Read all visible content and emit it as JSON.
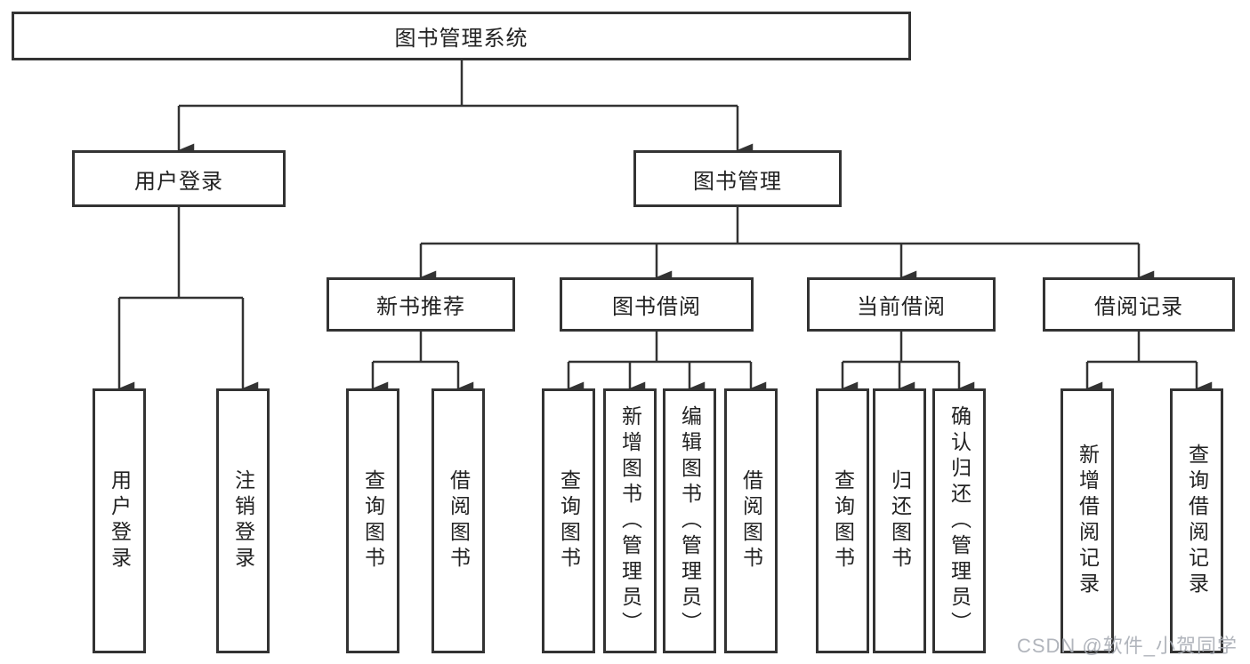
{
  "diagram": {
    "root": {
      "label": "图书管理系统"
    },
    "branches": [
      {
        "label": "用户登录"
      },
      {
        "label": "图书管理"
      }
    ],
    "modules": [
      {
        "label": "新书推荐"
      },
      {
        "label": "图书借阅"
      },
      {
        "label": "当前借阅"
      },
      {
        "label": "借阅记录"
      }
    ],
    "functions": [
      {
        "label": "用户登录"
      },
      {
        "label": "注销登录"
      },
      {
        "label": "查询图书"
      },
      {
        "label": "借阅图书"
      },
      {
        "label": "查询图书"
      },
      {
        "label": "新增图书（管理员）"
      },
      {
        "label": "编辑图书（管理员）"
      },
      {
        "label": "借阅图书"
      },
      {
        "label": "查询图书"
      },
      {
        "label": "归还图书"
      },
      {
        "label": "确认归还（管理员）"
      },
      {
        "label": "新增借阅记录"
      },
      {
        "label": "查询借阅记录"
      }
    ]
  },
  "watermark": {
    "text": "CSDN @软件_小贺同学"
  },
  "colors": {
    "line": "#333333",
    "box_border": "#333333",
    "box_fill": "#ffffff",
    "text": "#222222",
    "watermark": "#a9adb5"
  }
}
